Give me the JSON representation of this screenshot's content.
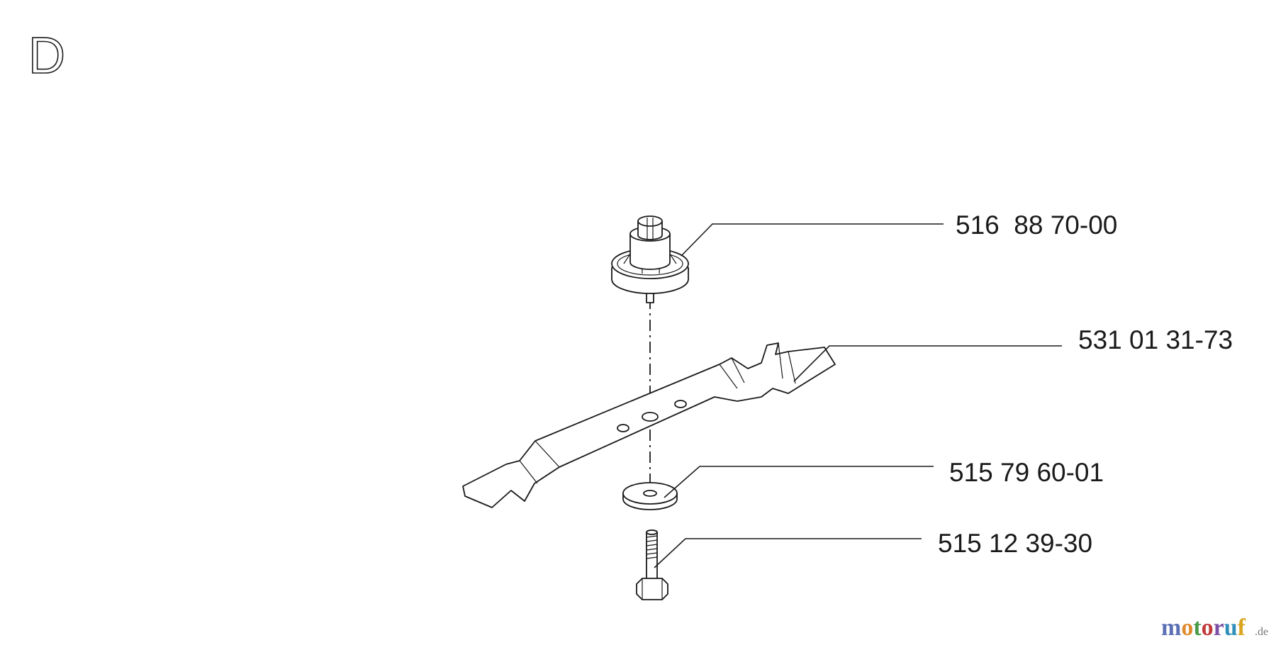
{
  "section": {
    "letter": "D"
  },
  "parts": [
    {
      "id": "drive-hub",
      "number": "516  88 70-00"
    },
    {
      "id": "blade",
      "number": "531 01 31-73"
    },
    {
      "id": "washer",
      "number": "515 79 60-01"
    },
    {
      "id": "bolt",
      "number": "515 12 39-30"
    }
  ],
  "watermark": {
    "letters": [
      "m",
      "o",
      "t",
      "o",
      "r",
      "u",
      "f"
    ],
    "suffix": ".de",
    "colors": [
      "#5b6fb5",
      "#e08a2c",
      "#4a9a4a",
      "#c23a3a",
      "#7b4fa3",
      "#2f8fb8",
      "#d9a520"
    ]
  }
}
